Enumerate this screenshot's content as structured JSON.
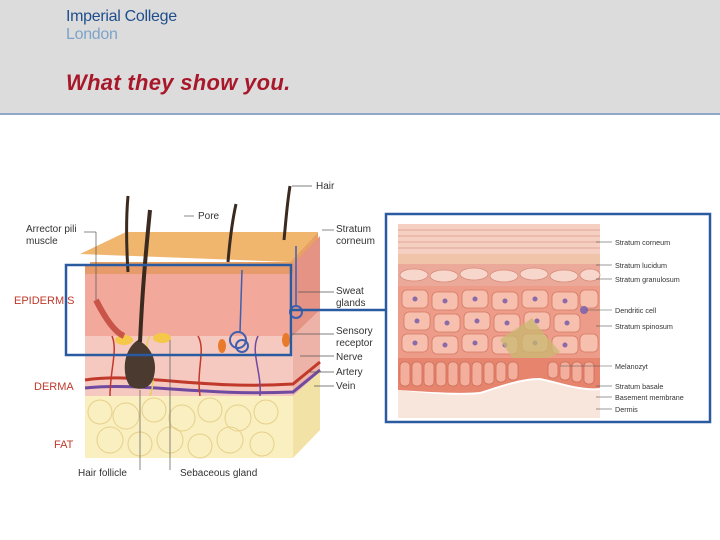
{
  "header": {
    "logo_line1": "Imperial College",
    "logo_line2": "London",
    "title": "What they show you."
  },
  "left_labels": {
    "hair": "Hair",
    "pore": "Pore",
    "arrector1": "Arrector pili",
    "arrector2": "muscle",
    "stratum1": "Stratum",
    "stratum2": "corneum",
    "epidermis": "EPIDERMIS",
    "sweat1": "Sweat",
    "sweat2": "glands",
    "sensory1": "Sensory",
    "sensory2": "receptor",
    "nerve": "Nerve",
    "artery": "Artery",
    "vein": "Vein",
    "derma": "DERMA",
    "fat": "FAT",
    "follicle": "Hair follicle",
    "sebaceous": "Sebaceous gland"
  },
  "right_labels": [
    "Stratum corneum",
    "Stratum lucidum",
    "Stratum granulosum",
    "Dendritic cell",
    "Stratum spinosum",
    "Melanozyt",
    "Stratum basale",
    "Basement membrane",
    "Dermis"
  ],
  "colors": {
    "title": "#a8182a",
    "highlight": "#2a5aa0",
    "label_red": "#c0392b"
  }
}
